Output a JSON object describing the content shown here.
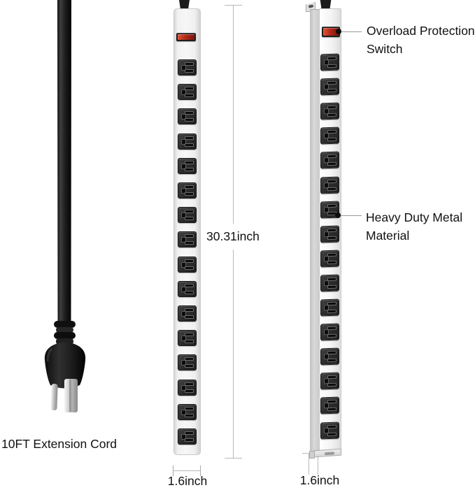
{
  "product": {
    "plug": {
      "label": "10FT Extension Cord"
    },
    "front_view": {
      "outlet_count": 16,
      "length_label": "30.31inch",
      "width_label": "1.6inch"
    },
    "side_view": {
      "outlet_count": 16,
      "width_label": "1.6inch"
    }
  },
  "annotations": {
    "overload_switch": {
      "line1": "Overload Protection",
      "line2": "Switch"
    },
    "metal_material": {
      "line1": "Heavy Duty Metal",
      "line2": "Material"
    }
  },
  "colors": {
    "switch_red": "#b22a18",
    "outlet_dark": "#2b2b2b",
    "cord_black": "#1b1b1b",
    "dimension_gray": "#b8b8b8",
    "text_black": "#111111"
  }
}
